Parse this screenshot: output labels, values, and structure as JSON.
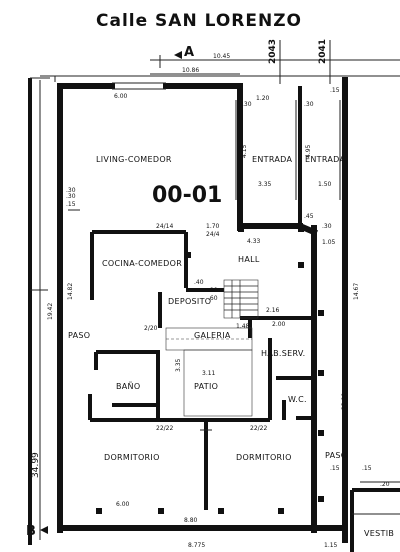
{
  "title": {
    "street": "Calle SAN LORENZO"
  },
  "unit": {
    "code": "00-01"
  },
  "markers": {
    "a": "A",
    "b": "B"
  },
  "numbers": {
    "n2043": "2043",
    "n2041": "2041"
  },
  "rooms": {
    "living": "LIVING-COMEDOR",
    "entrada1": "ENTRADA",
    "entrada2": "ENTRADA",
    "cocina": "COCINA-COMEDOR",
    "hall": "HALL",
    "deposito": "DEPOSITO",
    "galeria": "GALERIA",
    "paso1": "PASO",
    "hab_serv": "HAB.SERV.",
    "bano": "BAÑO",
    "patio": "PATIO",
    "wc": "W.C.",
    "dorm1": "DORMITORIO",
    "dorm2": "DORMITORIO",
    "paso2": "PASO",
    "vestib": "VESTIB"
  },
  "dimensions": {
    "d_10_45": "10.45",
    "d_10_86": "10.86",
    "d_600": "6.00",
    "d_120": "1.20",
    "d_30a": ".30",
    "d_30b": ".30",
    "d_15a": ".15",
    "d_335": "3.35",
    "d_150": "1.50",
    "d_415": "4.15",
    "d_495": "4.95",
    "d_30c": ".30",
    "d_45": ".45",
    "d_24_14": "24/14",
    "d_170": "1.70",
    "d_433": "4.33",
    "d_24_4": "24/4",
    "d_105": "1.05",
    "d_1482": "14.82",
    "d_1467": "14.67",
    "d_1942": "19.42",
    "d_3499": "34.99",
    "d_2_20": "2/20",
    "d_200": "2.00",
    "d_216": "2.16",
    "d_148": "1.48",
    "d_311": "3.11",
    "d_335b": "3.35",
    "d_22_22a": "22/22",
    "d_22_22b": "22/22",
    "d_600b": "6.00",
    "d_880": "8.80",
    "d_8775": "8.775",
    "d_115": "1.15",
    "d_2300": "23.00",
    "d_15b": ".15",
    "d_15c": ".15",
    "d_20": ".20",
    "d_40": ".40",
    "d_60": ".60",
    "d_90": ".90",
    "d_30d": ".30",
    "d_15d": ".15",
    "d_30e": ".30"
  }
}
